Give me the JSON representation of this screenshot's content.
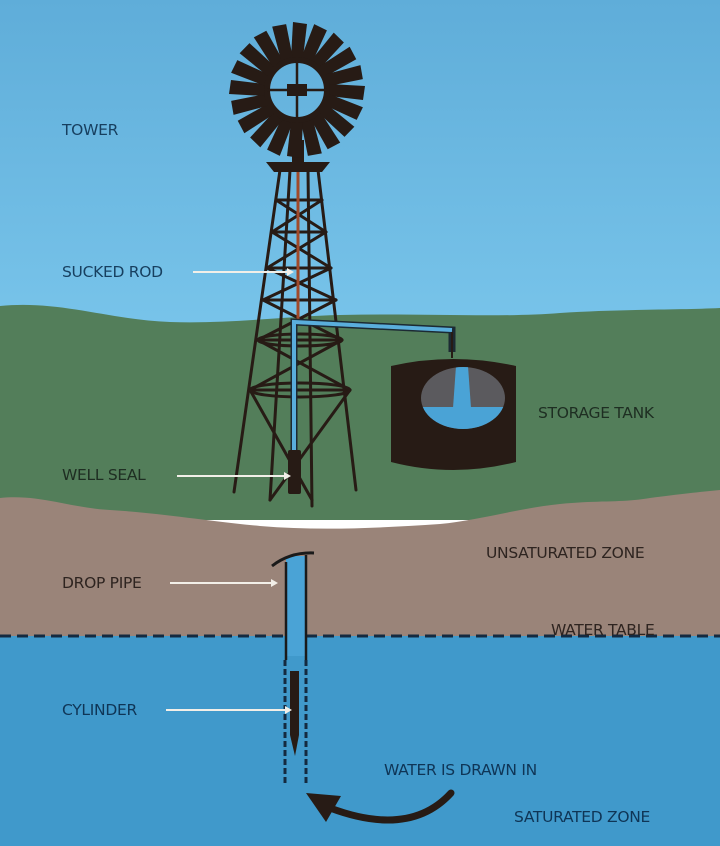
{
  "title": "Windmill Water Pump Diagram",
  "colors": {
    "sky_top": "#5fadd9",
    "sky_bottom": "#74c1e8",
    "grass": "#537e5a",
    "soil": "#9a8479",
    "water": "#4099cb",
    "structure": "#271b15",
    "pipe_blue": "#4a9fd2",
    "rod_red": "#a14a2a",
    "arrow_white": "#f2efe8",
    "water_table_dash": "#142a40"
  },
  "labels": {
    "tower": "TOWER",
    "sucked_rod": "SUCKED ROD",
    "storage_tank": "STORAGE TANK",
    "well_seal": "WELL SEAL",
    "unsaturated_zone": "UNSATURATED ZONE",
    "drop_pipe": "DROP PIPE",
    "water_table": "WATER TABLE",
    "cylinder": "CYLINDER",
    "water_is_drawn_in": "WATER IS DRAWN IN",
    "saturated_zone": "SATURATED ZONE"
  },
  "zones": [
    "sky",
    "grass",
    "unsaturated soil",
    "saturated water"
  ]
}
